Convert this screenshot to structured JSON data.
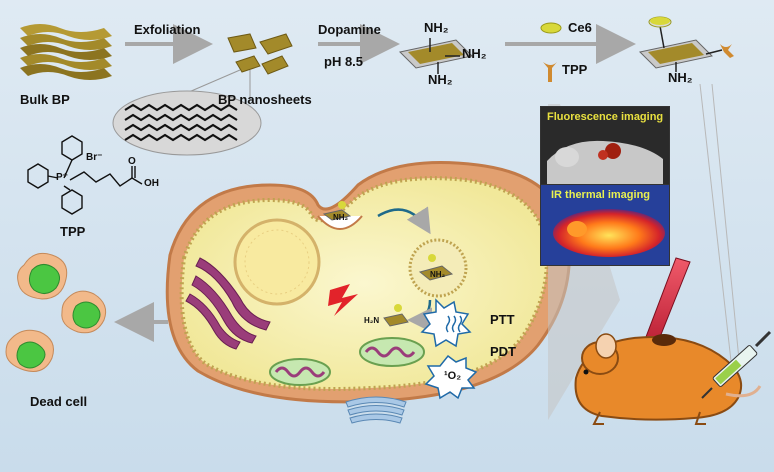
{
  "labels": {
    "bulk_bp": "Bulk BP",
    "exfoliation": "Exfoliation",
    "bp_nanosheets": "BP nanosheets",
    "dopamine": "Dopamine",
    "ph": "pH 8.5",
    "nh2": "NH₂",
    "ce6": "Ce6",
    "tpp": "TPP",
    "tpp_structure": "TPP",
    "br": "Br⁻",
    "p_plus": "P⁺",
    "oh": "OH",
    "o": "O",
    "fluorescence": "Fluorescence imaging",
    "ir_thermal": "IR thermal imaging",
    "ptt": "PTT",
    "pdt": "PDT",
    "singlet_oxygen": "¹O₂",
    "h2n": "H₂N",
    "dead_cell": "Dead cell"
  },
  "colors": {
    "background": "#d5e3ef",
    "bp_sheet": "#a38a2a",
    "cell_membrane": "#e2a070",
    "cell_inner": "#f6f0b2",
    "arrow": "#a8a8a8",
    "ce6": "#d8d83a",
    "tpp": "#d08a30"
  }
}
